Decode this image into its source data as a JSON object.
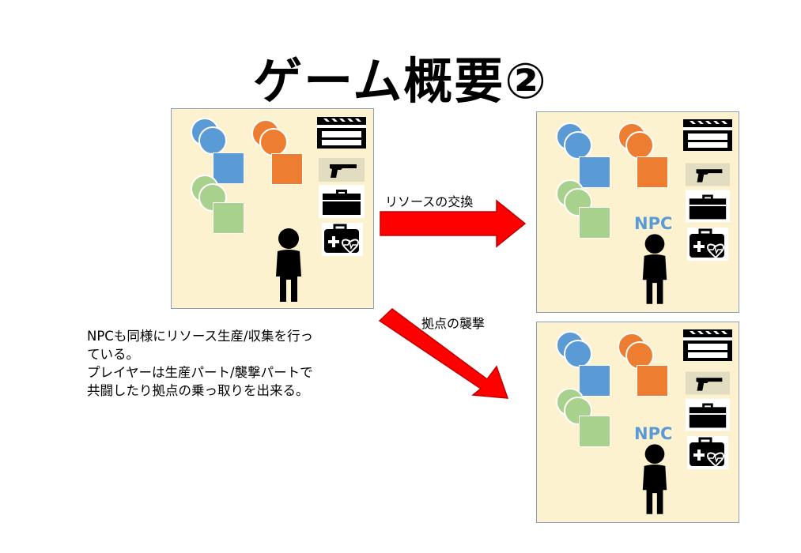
{
  "title": "ゲーム概要②",
  "arrows": {
    "exchange_label": "リソースの交換",
    "raid_label": "拠点の襲撃"
  },
  "npc_label": "NPC",
  "description": [
    "NPCも同様にリソース生産/収集を行っ",
    "ている。",
    "プレイヤーは生産パート/襲撃パートで",
    "共闘したり拠点の乗っ取りを出来る。"
  ],
  "colors": {
    "panel_bg": "#fdf2cf",
    "blue": "#5b9bd5",
    "orange": "#ed7d31",
    "green": "#a9d18e",
    "arrow": "#ff0000"
  },
  "icons": [
    "clapperboard-icon",
    "pistol-icon",
    "toolbox-icon",
    "medical-kit-icon",
    "person-icon"
  ]
}
